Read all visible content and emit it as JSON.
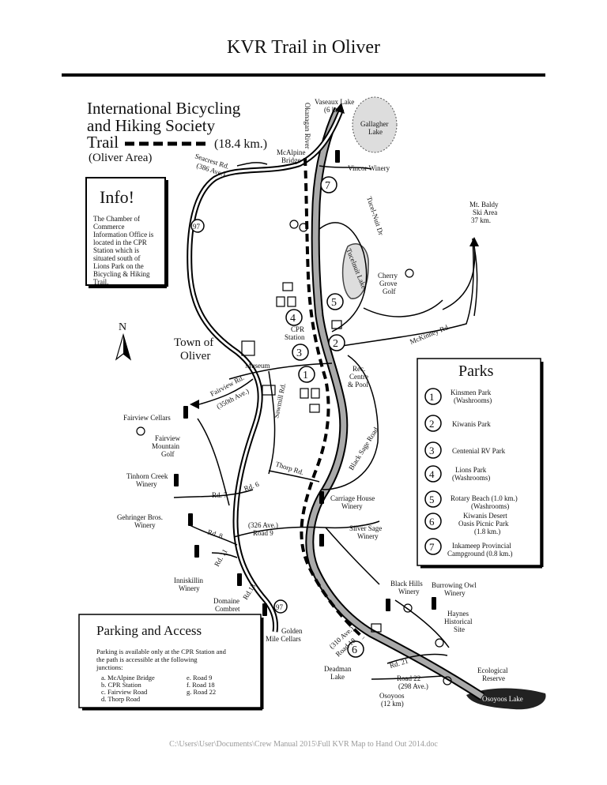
{
  "page": {
    "title": "KVR Trail in Oliver",
    "footer_path": "C:\\Users\\User\\Documents\\Crew Manual 2015\\Full KVR Map to Hand Out 2014.doc"
  },
  "map_header": {
    "line1": "International Bicycling",
    "line2": "and Hiking Society",
    "line3": "Trail",
    "distance": "(18.4 km.)",
    "area": "(Oliver Area)"
  },
  "info": {
    "title": "Info!",
    "lines": [
      "The Chamber of",
      "Commerce",
      "Information Office is",
      "located in the CPR",
      "Station which is",
      "situated south of",
      "Lions Park on the",
      "Bicycling & Hiking",
      "Trail."
    ]
  },
  "parks": {
    "title": "Parks",
    "items": [
      {
        "num": "1",
        "name": "Kinsmen Park",
        "note": "(Washrooms)"
      },
      {
        "num": "2",
        "name": "Kiwanis Park",
        "note": ""
      },
      {
        "num": "3",
        "name": "Centenial RV Park",
        "note": ""
      },
      {
        "num": "4",
        "name": "Lions Park",
        "note": "(Washrooms)"
      },
      {
        "num": "5",
        "name": "Rotary Beach (1.0 km.)",
        "note": "(Washrooms)"
      },
      {
        "num": "6",
        "name": "Kiwanis Desert",
        "note": "Oasis Picnic Park",
        "note2": "(1.8 km.)"
      },
      {
        "num": "7",
        "name": "Inkameep Provincial",
        "note": "Campground (0.8 km.)"
      }
    ]
  },
  "parking": {
    "title": "Parking and Access",
    "desc1": "Parking is available only at the CPR Station and",
    "desc2": "the path is accessible at the following",
    "desc3": "junctions:",
    "col1": [
      "a. McAlpine Bridge",
      "b. CPR Station",
      "c. Fairview Road",
      "d. Thorp Road"
    ],
    "col2": [
      "e. Road 9",
      "f. Road 18",
      "g. Road 22"
    ]
  },
  "labels": {
    "vaseaux_lake": "Vaseaux Lake",
    "vaseaux_km": "(6 km)",
    "gallagher": "Gallagher",
    "gallagher2": "Lake",
    "okanagan_river": "Okanagan River",
    "mcalpine1": "McAlpine",
    "mcalpine2": "Bridge",
    "vincor": "Vincor Winery",
    "seacrest1": "Seacrest Rd.",
    "seacrest2": "(386 Ave.)",
    "hwy97": "97",
    "tucelnuit_dr": "Tucel-Nuit Dr",
    "tucelnuit_lake": "Tucelnuit Lake",
    "mt_baldy1": "Mt. Baldy",
    "mt_baldy2": "Ski Area",
    "mt_baldy3": "37 km.",
    "cherry1": "Cherry",
    "cherry2": "Grove",
    "cherry3": "Golf",
    "mckinney": "McKinney Rd.",
    "north": "N",
    "town1": "Town of",
    "town2": "Oliver",
    "cpr1": "CPR",
    "cpr2": "Station",
    "museum": "Museum",
    "rec1": "Rec.",
    "rec2": "Centre",
    "rec3": "& Pool",
    "fairview_rd": "Fairview Rd.",
    "ave350": "(350th Ave.)",
    "fairview_cellars": "Fairview Cellars",
    "fairview_mtn1": "Fairview",
    "fairview_mtn2": "Mountain",
    "fairview_mtn3": "Golf",
    "sawmill": "Sawmill Rd.",
    "black_sage": "Black Sage Road",
    "thorp": "Thorp Rd.",
    "tinhorn1": "Tinhorn Creek",
    "tinhorn2": "Winery",
    "rd7": "Rd. 7",
    "rd6": "Rd. 6",
    "carriage1": "Carriage House",
    "carriage2": "Winery",
    "gehringer1": "Gehringer Bros.",
    "gehringer2": "Winery",
    "rd8": "Rd. 8",
    "road9a": "(326 Ave.)",
    "road9b": "Road 9",
    "silver1": "Silver Sage",
    "silver2": "Winery",
    "rd11": "Rd. 11",
    "inniskillin1": "Inniskillin",
    "inniskillin2": "Winery",
    "rd13": "Rd.13",
    "domaine1": "Domaine",
    "domaine2": "Combret",
    "black_hills1": "Black Hills",
    "black_hills2": "Winery",
    "burrowing1": "Burrowing Owl",
    "burrowing2": "Winery",
    "haynes1": "Haynes",
    "haynes2": "Historical",
    "haynes3": "Site",
    "golden1": "Golden",
    "golden2": "Mile Cellars",
    "road18a": "(310 Ave.)",
    "road18b": "Road 18",
    "deadman1": "Deadman",
    "deadman2": "Lake",
    "rd21": "Rd. 21",
    "road22a": "Road 22",
    "road22b": "(298 Ave.)",
    "ecological1": "Ecological",
    "ecological2": "Reserve",
    "osoyoos1": "Osoyoos",
    "osoyoos2": "(12 km)",
    "osoyoos_lake": "Osoyoos Lake"
  }
}
